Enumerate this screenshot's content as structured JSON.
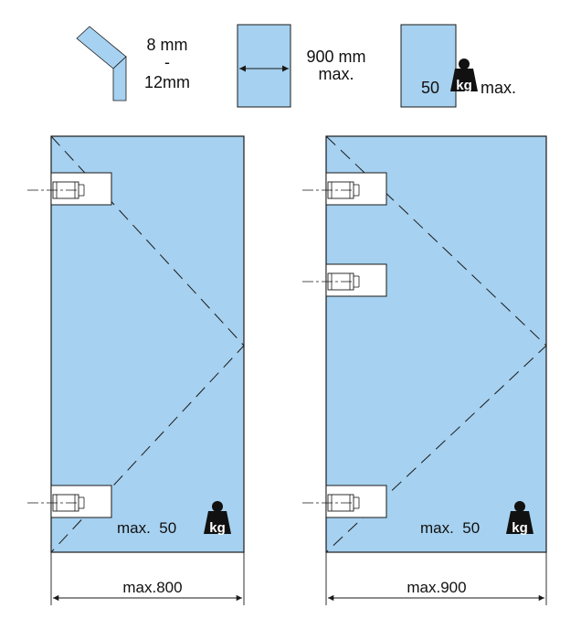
{
  "colors": {
    "glass": "#a6d1f0",
    "outline": "#1a1a1a",
    "hinge": "#ffffff",
    "weight": "#111111"
  },
  "icons": [
    "glass-thickness-icon",
    "door-width-icon",
    "weight-icon"
  ],
  "specs": {
    "thickness": {
      "line1": "8 mm",
      "line2": "-",
      "line3": "12mm"
    },
    "width": {
      "line1": "900 mm",
      "line2": "max."
    },
    "weight": {
      "value": "50",
      "unit": "kg",
      "suffix": "max."
    }
  },
  "doors": [
    {
      "hinges": 2,
      "weight_label": "max.  50",
      "weight_unit": "kg",
      "dimension_label": "max.800"
    },
    {
      "hinges": 3,
      "weight_label": "max.  50",
      "weight_unit": "kg",
      "dimension_label": "max.900"
    }
  ]
}
